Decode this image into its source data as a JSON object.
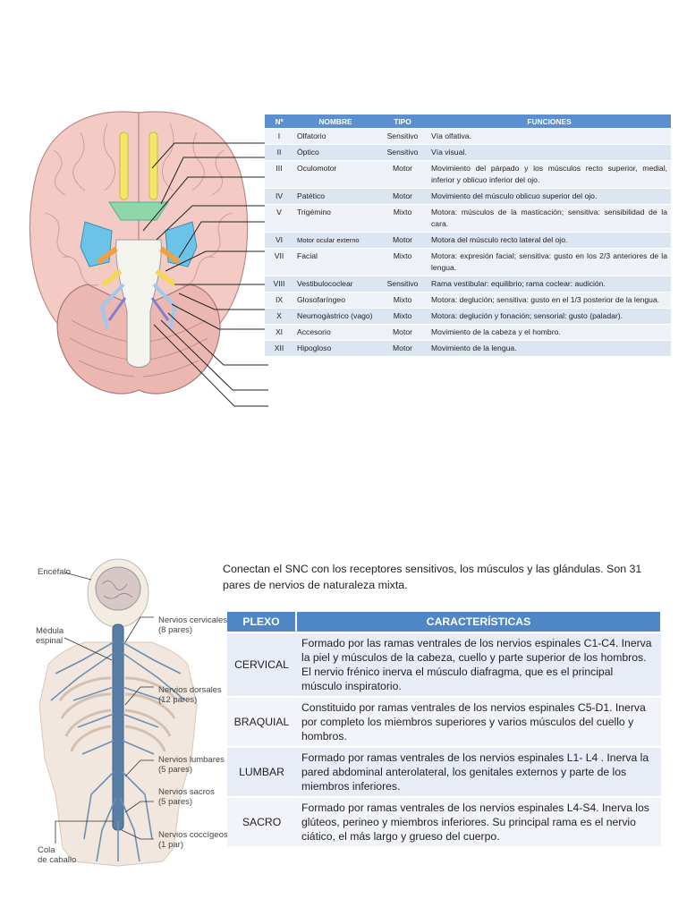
{
  "cranial_table": {
    "headers": [
      "Nº",
      "NOMBRE",
      "TIPO",
      "FUNCIONES"
    ],
    "rows": [
      {
        "num": "I",
        "name": "Olfatorio",
        "type": "Sensitivo",
        "func": "Vía olfativa."
      },
      {
        "num": "II",
        "name": "Óptico",
        "type": "Sensitivo",
        "func": "Vía visual."
      },
      {
        "num": "III",
        "name": "Oculomotor",
        "type": "Motor",
        "func": "Movimiento del párpado y los músculos recto superior, medial, inferior y oblicuo inferior del ojo."
      },
      {
        "num": "IV",
        "name": "Patético",
        "type": "Motor",
        "func": "Movimiento del músculo oblicuo superior del ojo."
      },
      {
        "num": "V",
        "name": "Trigémino",
        "type": "Mixto",
        "func": "Motora: músculos de la masticación; sensitiva: sensibilidad de la cara."
      },
      {
        "num": "VI",
        "name": "Motor ocular externo",
        "type": "Motor",
        "func": "Motora del músculo recto lateral del ojo."
      },
      {
        "num": "VII",
        "name": "Facial",
        "type": "Mixto",
        "func": "Motora: expresión facial; sensitiva: gusto en los 2/3 anteriores de la lengua."
      },
      {
        "num": "VIII",
        "name": "Vestibulococlear",
        "type": "Sensitivo",
        "func": "Rama vestibular: equilibrio; rama coclear: audición."
      },
      {
        "num": "IX",
        "name": "Glosofaríngeo",
        "type": "Mixto",
        "func": "Motora: deglución; sensitiva: gusto en el 1/3 posterior de la lengua."
      },
      {
        "num": "X",
        "name": "Neumogástrico (vago)",
        "type": "Mixto",
        "func": "Motora: deglución y fonación; sensorial: gusto (paladar)."
      },
      {
        "num": "XI",
        "name": "Accesorio",
        "type": "Motor",
        "func": "Movimiento de la cabeza y el hombro."
      },
      {
        "num": "XII",
        "name": "Hipogloso",
        "type": "Motor",
        "func": "Movimiento de la lengua."
      }
    ]
  },
  "spine_labels": {
    "encefalo": "Encéfalo",
    "medula": "Médula espinal",
    "cervicales": "Nervios cervicales (8 pares)",
    "dorsales": "Nervios dorsales (12 pares)",
    "lumbares": "Nervios lumbares (5 pares)",
    "sacros": "Nervios sacros (5 pares)",
    "coccigeos": "Nervios coccígeos (1 par)",
    "cola": "Cola de caballo"
  },
  "intro_text": "Conectan el SNC con los receptores sensitivos, los músculos y las glándulas. Son 31 pares de nervios de naturaleza mixta.",
  "plexo_table": {
    "headers": [
      "PLEXO",
      "CARACTERÍSTICAS"
    ],
    "rows": [
      {
        "name": "CERVICAL",
        "desc": "Formado por las ramas ventrales de los nervios espinales C1-C4. Inerva la piel y músculos de la cabeza, cuello y parte superior de los hombros. El nervio frénico inerva el músculo diafragma, que es el principal músculo inspiratorio."
      },
      {
        "name": "BRAQUIAL",
        "desc": "Constituido por ramas ventrales de los nervios espinales C5-D1. Inerva por completo los miembros superiores y varios músculos del cuello y hombros."
      },
      {
        "name": "LUMBAR",
        "desc": "Formado por ramas ventrales de los nervios espinales L1- L4 . Inerva la pared abdominal anterolateral, los genitales externos y parte de los miembros inferiores."
      },
      {
        "name": "SACRO",
        "desc": "Formado por ramas ventrales de los nervios espinales L4-S4. Inerva los glúteos, perineo y miembros inferiores. Su principal rama es el nervio ciático, el más largo y grueso del cuerpo."
      }
    ]
  },
  "colors": {
    "header_blue": "#5b8fcf",
    "row_alt": "#dce5f2",
    "brain_pink": "#f2c6c0",
    "cerebellum": "#ecb7b0"
  }
}
